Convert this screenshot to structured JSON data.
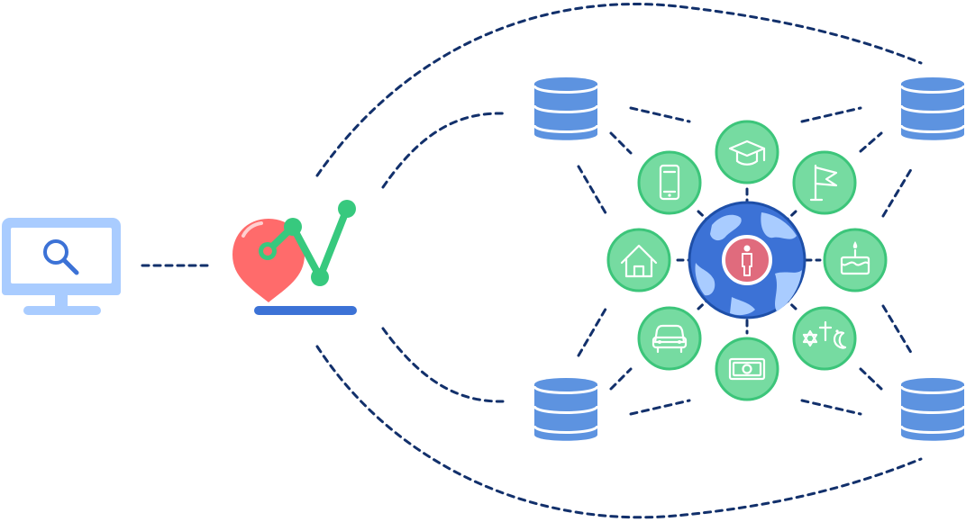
{
  "diagram": {
    "nodes": {
      "monitor": {
        "icon": "monitor-search-icon",
        "color": "#a9ccff",
        "accent": "#3c72d6"
      },
      "logo": {
        "icon": "location-analytics-logo",
        "pin_color": "#ff6b6b",
        "line_color": "#37c97e",
        "bar_color": "#3c72d6"
      },
      "databases": [
        {
          "icon": "database-icon",
          "position": "top-left"
        },
        {
          "icon": "database-icon",
          "position": "top-right"
        },
        {
          "icon": "database-icon",
          "position": "bottom-left"
        },
        {
          "icon": "database-icon",
          "position": "bottom-right"
        }
      ],
      "center": {
        "icon": "globe-person-icon",
        "globe_color": "#3c72d6",
        "person_color": "#e06b7d"
      },
      "attributes": [
        {
          "icon": "graduation-cap-icon"
        },
        {
          "icon": "flag-icon"
        },
        {
          "icon": "birthday-cake-icon"
        },
        {
          "icon": "religion-symbols-icon"
        },
        {
          "icon": "money-icon"
        },
        {
          "icon": "car-icon"
        },
        {
          "icon": "house-icon"
        },
        {
          "icon": "smartphone-icon"
        }
      ]
    },
    "colors": {
      "connector": "#12306b",
      "attribute_fill": "#76dba1",
      "attribute_stroke": "#3cc57a",
      "database": "#5d93e0"
    }
  }
}
